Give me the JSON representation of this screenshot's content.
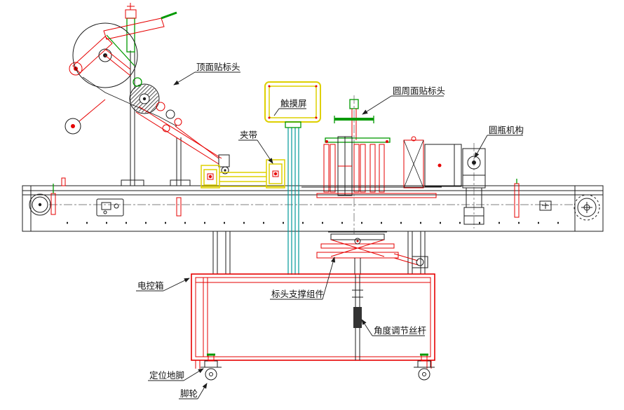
{
  "diagram": {
    "labels": {
      "top_labeling_head": "顶面贴标头",
      "touch_screen": "触摸屏",
      "clamp_belt": "夹带",
      "wrap_labeling_head": "圆周面贴标头",
      "round_bottle_mechanism": "圆瓶机构",
      "control_box": "电控箱",
      "head_support_assembly": "标头支撑组件",
      "angle_adjust_screw": "角度调节丝杆",
      "positioning_foot": "定位地脚",
      "caster": "脚轮"
    },
    "colors": {
      "outline": "#1c1c1c",
      "red": "#e60000",
      "green": "#009900",
      "yellow": "#ded000",
      "teal": "#009999",
      "background": "#ffffff"
    }
  }
}
